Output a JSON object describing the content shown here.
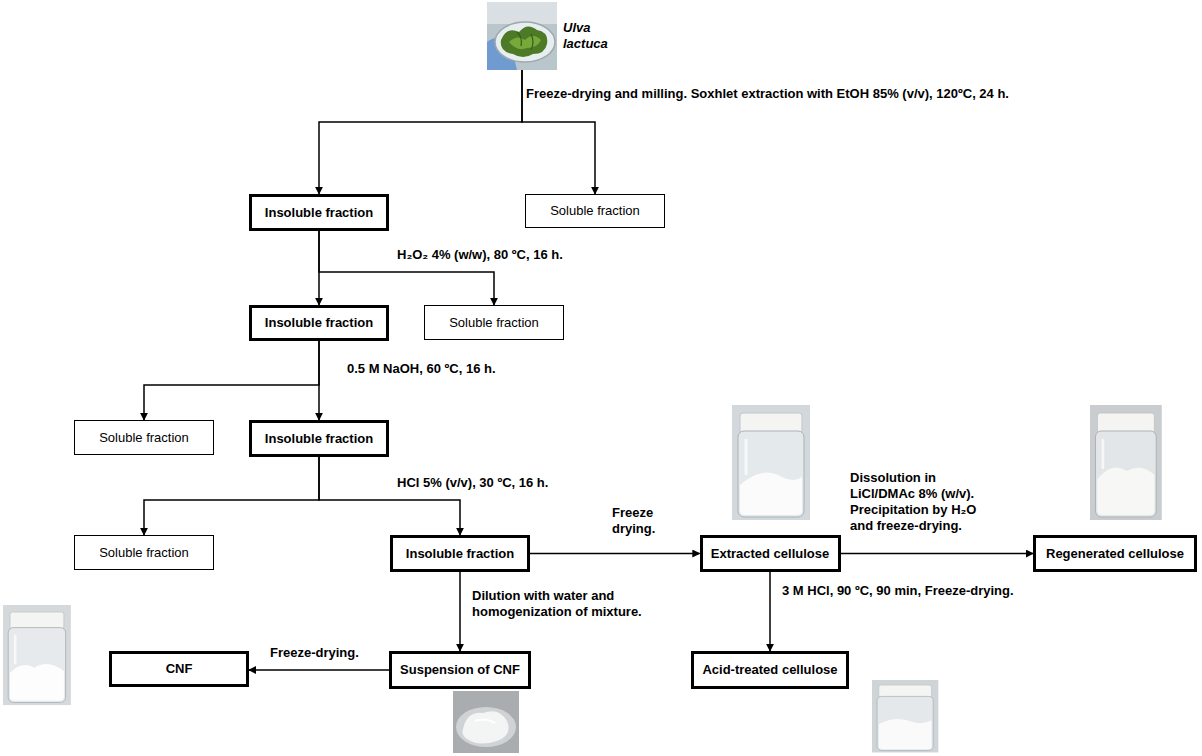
{
  "diagram": {
    "nodes": [
      {
        "text": [
          "Ulva lactuca"
        ]
      },
      {
        "text": [
          "Insoluble fraction"
        ]
      },
      {
        "text": [
          "Soluble fraction"
        ]
      },
      {
        "text": [
          "Insoluble fraction"
        ]
      },
      {
        "text": [
          "Soluble fraction"
        ]
      },
      {
        "text": [
          "Soluble fraction"
        ]
      },
      {
        "text": [
          "Insoluble fraction"
        ]
      },
      {
        "text": [
          "Soluble fraction"
        ]
      },
      {
        "text": [
          "Insoluble fraction"
        ]
      },
      {
        "text": [
          "Extracted cellulose"
        ]
      },
      {
        "text": [
          "Regenerated cellulose"
        ]
      },
      {
        "text": [
          "Suspension of CNF"
        ]
      },
      {
        "text": [
          "CNF"
        ]
      },
      {
        "text": [
          "Acid-treated cellulose"
        ]
      }
    ],
    "edges": [
      {
        "from": 0,
        "to": 1,
        "arrow": "to",
        "label": "Freeze-drying and milling. Soxhlet extraction with EtOH 85% (v/v), 120ºC, 24 h."
      },
      {
        "from": 0,
        "to": 2,
        "arrow": "to"
      },
      {
        "from": 1,
        "to": 3,
        "arrow": "to",
        "label": "H₂O₂ 4% (w/w), 80 ºC, 16 h."
      },
      {
        "from": 1,
        "to": 4,
        "arrow": "to"
      },
      {
        "from": 3,
        "to": 5,
        "arrow": "to",
        "label": "0.5 M NaOH, 60 ºC, 16 h."
      },
      {
        "from": 3,
        "to": 6,
        "arrow": "to"
      },
      {
        "from": 6,
        "to": 7,
        "arrow": "to",
        "label": "HCl 5% (v/v), 30 ºC, 16 h."
      },
      {
        "from": 6,
        "to": 8,
        "arrow": "to"
      },
      {
        "from": 8,
        "to": 9,
        "arrow": "to",
        "label": "Freeze drying."
      },
      {
        "from": 8,
        "to": 11,
        "arrow": "to",
        "label": "Dilution with water and homogenization of mixture."
      },
      {
        "from": 9,
        "to": 10,
        "arrow": "to",
        "label": "Dissolution in LiCl/DMAc 8% (w/v). Precipitation by H₂O and freeze-drying."
      },
      {
        "from": 9,
        "to": 13,
        "arrow": "to",
        "label": "3 M HCl, 90 ºC, 90 min, Freeze-drying."
      },
      {
        "from": 11,
        "to": 12,
        "arrow": "to",
        "label": "Freeze-drying."
      }
    ]
  }
}
